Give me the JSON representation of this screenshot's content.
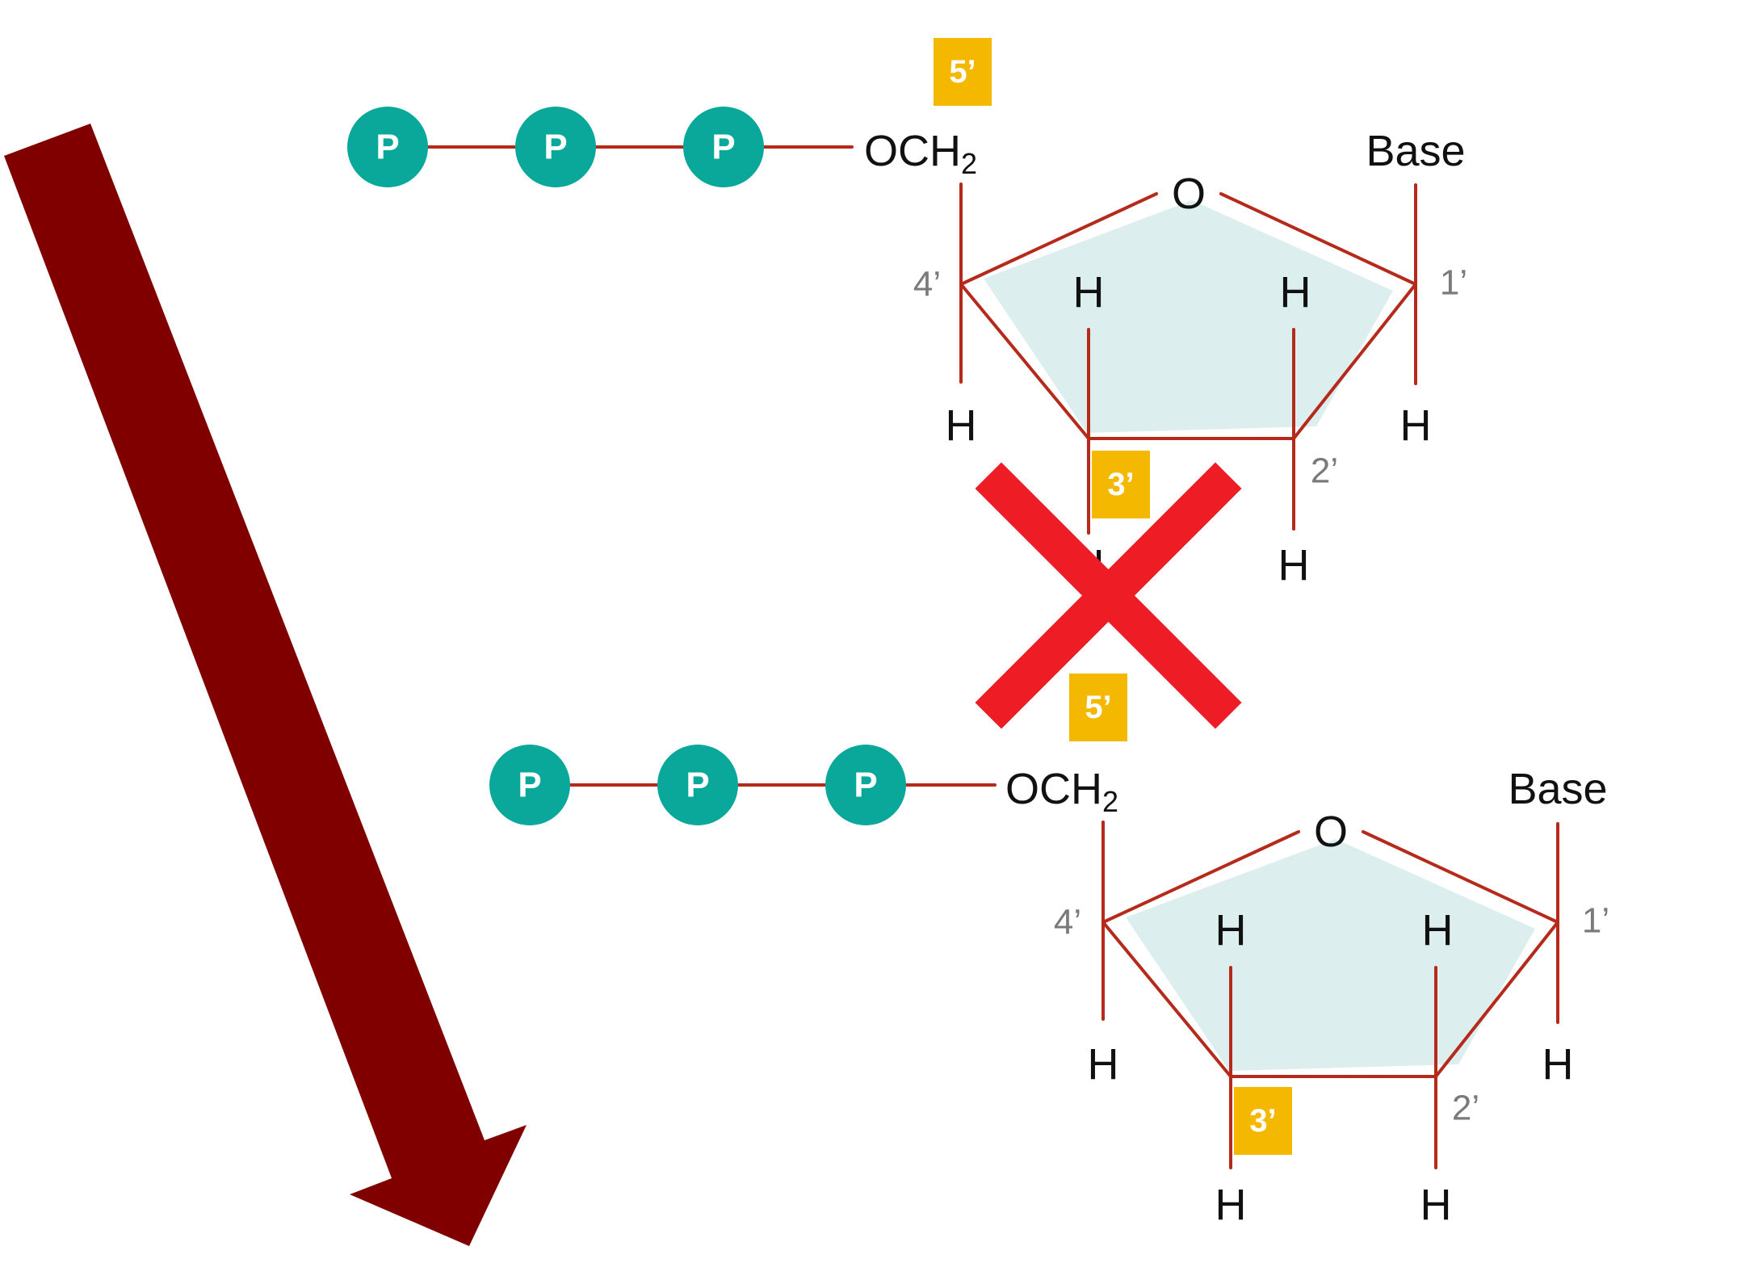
{
  "colors": {
    "arrow": "#800000",
    "bond": "#b52a1a",
    "ring_fill": "#dcefee",
    "phosphate": "#0aa89a",
    "tag": "#f5b800",
    "cross": "#ee1c25"
  },
  "icons": {
    "arrow": "down-right-arrow-icon",
    "cross": "x-mark-icon"
  },
  "nucleotides": [
    {
      "phosphates": [
        "P",
        "P",
        "P"
      ],
      "och2": {
        "main": "OCH",
        "sub": "2"
      },
      "tag5": "5’",
      "tag3": "3’",
      "ring_o": "O",
      "base": "Base",
      "pos1": "1’",
      "pos2": "2’",
      "pos4": "4’",
      "h4": "H",
      "h3_top": "H",
      "h2_top": "H",
      "h1": "H",
      "h2_bottom": "H",
      "h3_bottom": "H"
    },
    {
      "phosphates": [
        "P",
        "P",
        "P"
      ],
      "och2": {
        "main": "OCH",
        "sub": "2"
      },
      "tag5": "5’",
      "tag3": "3’",
      "ring_o": "O",
      "base": "Base",
      "pos1": "1’",
      "pos2": "2’",
      "pos4": "4’",
      "h4": "H",
      "h3_top": "H",
      "h2_top": "H",
      "h1": "H",
      "h2_bottom": "H",
      "h3_bottom": "H"
    }
  ]
}
